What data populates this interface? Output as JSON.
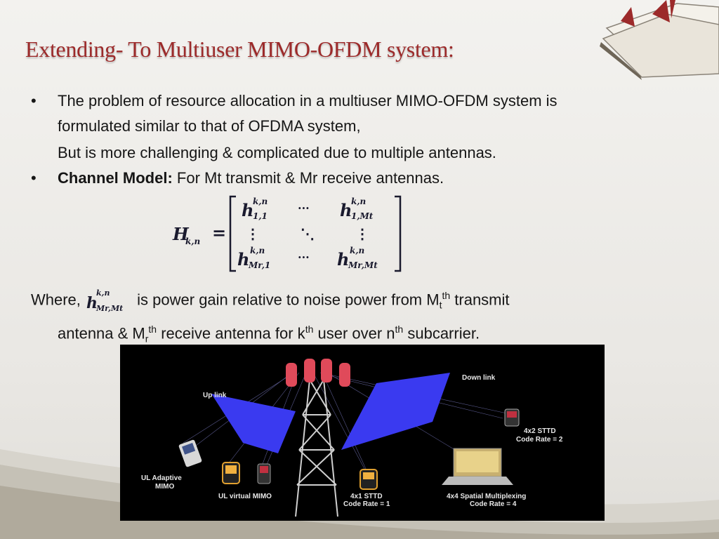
{
  "slide": {
    "title": "Extending- To Multiuser MIMO-OFDM system:",
    "bullet1_line1": "The problem of resource allocation in a multiuser MIMO-OFDM system is",
    "bullet1_line2": "formulated similar to that of OFDMA system,",
    "bullet1_line3": "But  is more challenging  & complicated due to multiple antennas.",
    "bullet2_bold": "Channel Model:",
    "bullet2_text": " For Mt transmit & Mr receive antennas.",
    "bullet_char": "•"
  },
  "matrix": {
    "lhs": "H",
    "lhs_sub": "k,n",
    "equals": "=",
    "h": "h",
    "sup": "k,n",
    "sub_11": "1,1",
    "sub_1Mt": "1,Mt",
    "sub_Mr1": "Mr,1",
    "sub_MrMt": "Mr,Mt",
    "hdots": "···",
    "vdots": "⋮",
    "ddots": "⋱"
  },
  "where": {
    "word": "Where,",
    "text1": " is power gain relative to noise power  from M",
    "sub_t": "t",
    "sup_th1": "th",
    "text2": " transmit",
    "text3": "antenna & M",
    "sub_r": "r",
    "sup_th2": "th",
    "text4": " receive antenna for k",
    "sup_th3": "th",
    "text5": " user over n",
    "sup_th4": "th",
    "text6": " subcarrier."
  },
  "diagram": {
    "uplink": "Up link",
    "downlink": "Down link",
    "ul_adaptive_1": "UL Adaptive",
    "ul_adaptive_2": "MIMO",
    "ul_virtual": "UL virtual MIMO",
    "stbc_1": "4x1 STTD",
    "stbc_2": "Code Rate = 1",
    "sm_1": "4x4 Spatial Multiplexing",
    "sm_2": "Code Rate = 4",
    "sttd2_1": "4x2 STTD",
    "sttd2_2": "Code Rate = 2"
  }
}
